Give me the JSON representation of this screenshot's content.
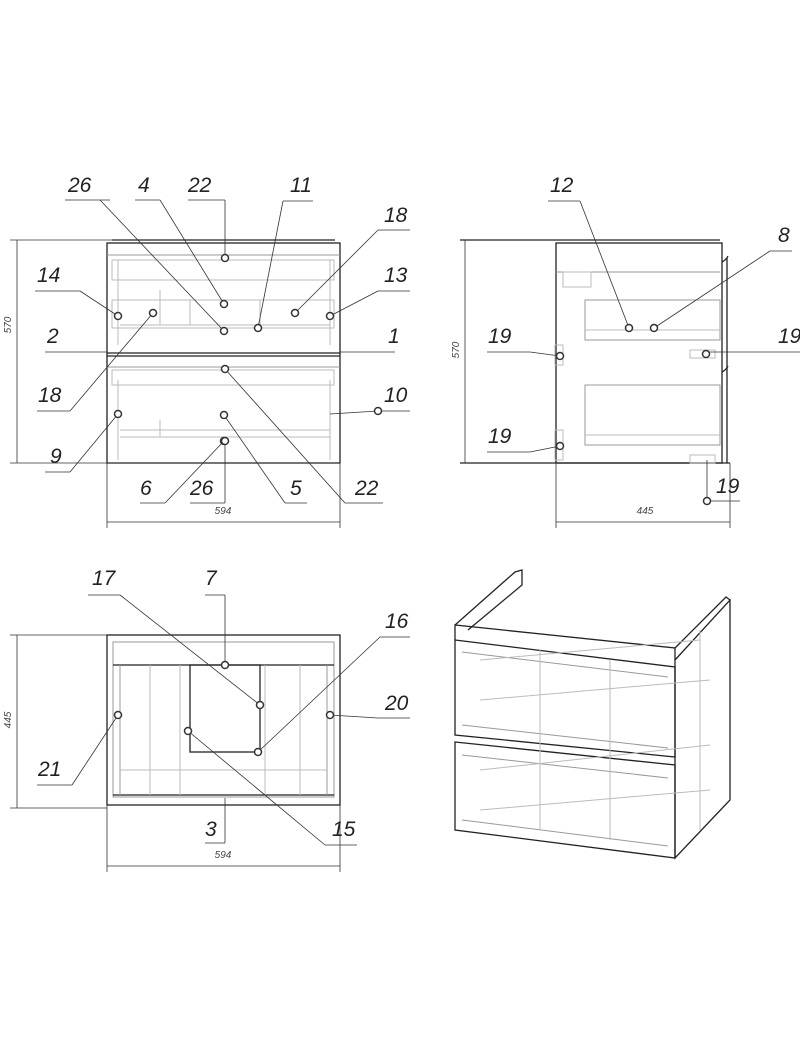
{
  "views": {
    "front": {
      "dimensions": {
        "height": "570",
        "width": "594"
      },
      "callouts": [
        "26",
        "4",
        "22",
        "11",
        "18",
        "14",
        "13",
        "2",
        "1",
        "18",
        "10",
        "9",
        "6",
        "26",
        "5",
        "22"
      ]
    },
    "side": {
      "dimensions": {
        "height": "570",
        "depth": "445"
      },
      "callouts": [
        "12",
        "8",
        "19",
        "19",
        "19",
        "19"
      ]
    },
    "top": {
      "dimensions": {
        "depth": "445",
        "width": "594"
      },
      "callouts": [
        "17",
        "7",
        "16",
        "20",
        "21",
        "3",
        "15"
      ]
    }
  }
}
